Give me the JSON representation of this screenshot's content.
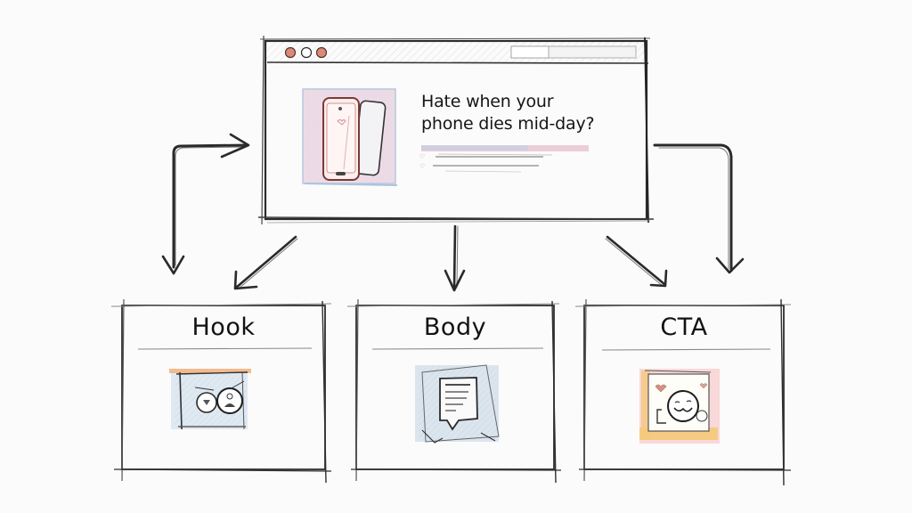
{
  "diagram": {
    "type": "sketch-flow",
    "background": "#fbfbfb",
    "source_node": {
      "kind": "browser-window",
      "window_controls": [
        {
          "name": "close",
          "color": "#d98b7a"
        },
        {
          "name": "minimize",
          "color": "#ffffff"
        },
        {
          "name": "maximize",
          "color": "#d98b7a"
        }
      ],
      "image": "two-phones-illustration",
      "headline_line1": "Hate when your",
      "headline_line2": "phone dies mid-day?",
      "accent_colors": [
        "#e8b9c4",
        "#b7c6e0"
      ]
    },
    "panels": [
      {
        "id": "hook",
        "title": "Hook",
        "icon": "face-eye-icon",
        "accent": [
          "#f0b483",
          "#b9d4e8"
        ]
      },
      {
        "id": "body",
        "title": "Body",
        "icon": "document-speech-bubble-icon",
        "accent": [
          "#b9cde0"
        ]
      },
      {
        "id": "cta",
        "title": "CTA",
        "icon": "smiling-face-hearts-icon",
        "accent": [
          "#f5b4b4",
          "#f5c97a"
        ]
      }
    ],
    "arrows": [
      {
        "from": "left-loop",
        "to": "browser",
        "direction": "right"
      },
      {
        "from": "left-loop",
        "to": "hook",
        "direction": "down"
      },
      {
        "from": "browser",
        "to": "hook",
        "direction": "down-left"
      },
      {
        "from": "browser",
        "to": "body",
        "direction": "down"
      },
      {
        "from": "browser",
        "to": "cta",
        "direction": "down-right"
      },
      {
        "from": "browser",
        "to": "cta",
        "direction": "right-loop-down"
      }
    ]
  }
}
